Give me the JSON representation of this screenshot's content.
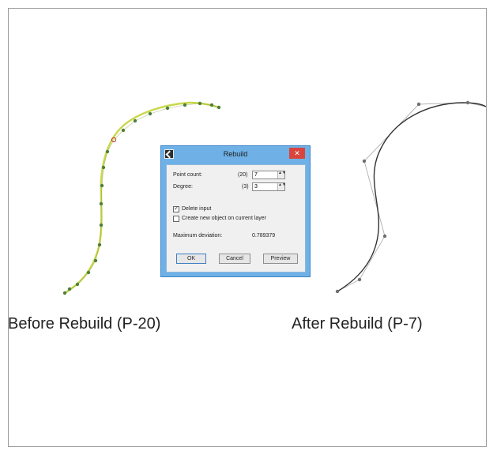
{
  "captions": {
    "before": "Before Rebuild (P-20)",
    "after": "After Rebuild (P-7)"
  },
  "dialog": {
    "title": "Rebuild",
    "close_glyph": "✕",
    "point_count_label": "Point count:",
    "point_count_original": "(20)",
    "point_count_value": "7",
    "degree_label": "Degree:",
    "degree_original": "(3)",
    "degree_value": "3",
    "delete_input_label": "Delete input",
    "delete_input_checked": true,
    "create_new_label": "Create new object on current layer",
    "create_new_checked": false,
    "max_deviation_label": "Maximum deviation:",
    "max_deviation_value": "0.789379",
    "ok_label": "OK",
    "cancel_label": "Cancel",
    "preview_label": "Preview",
    "spin_glyph": "▲▼"
  },
  "colors": {
    "curve_before": "#c9d84a",
    "curve_after": "#333333",
    "control_point": "#4f7f3a",
    "dialog_frame": "#6fb1e6"
  }
}
